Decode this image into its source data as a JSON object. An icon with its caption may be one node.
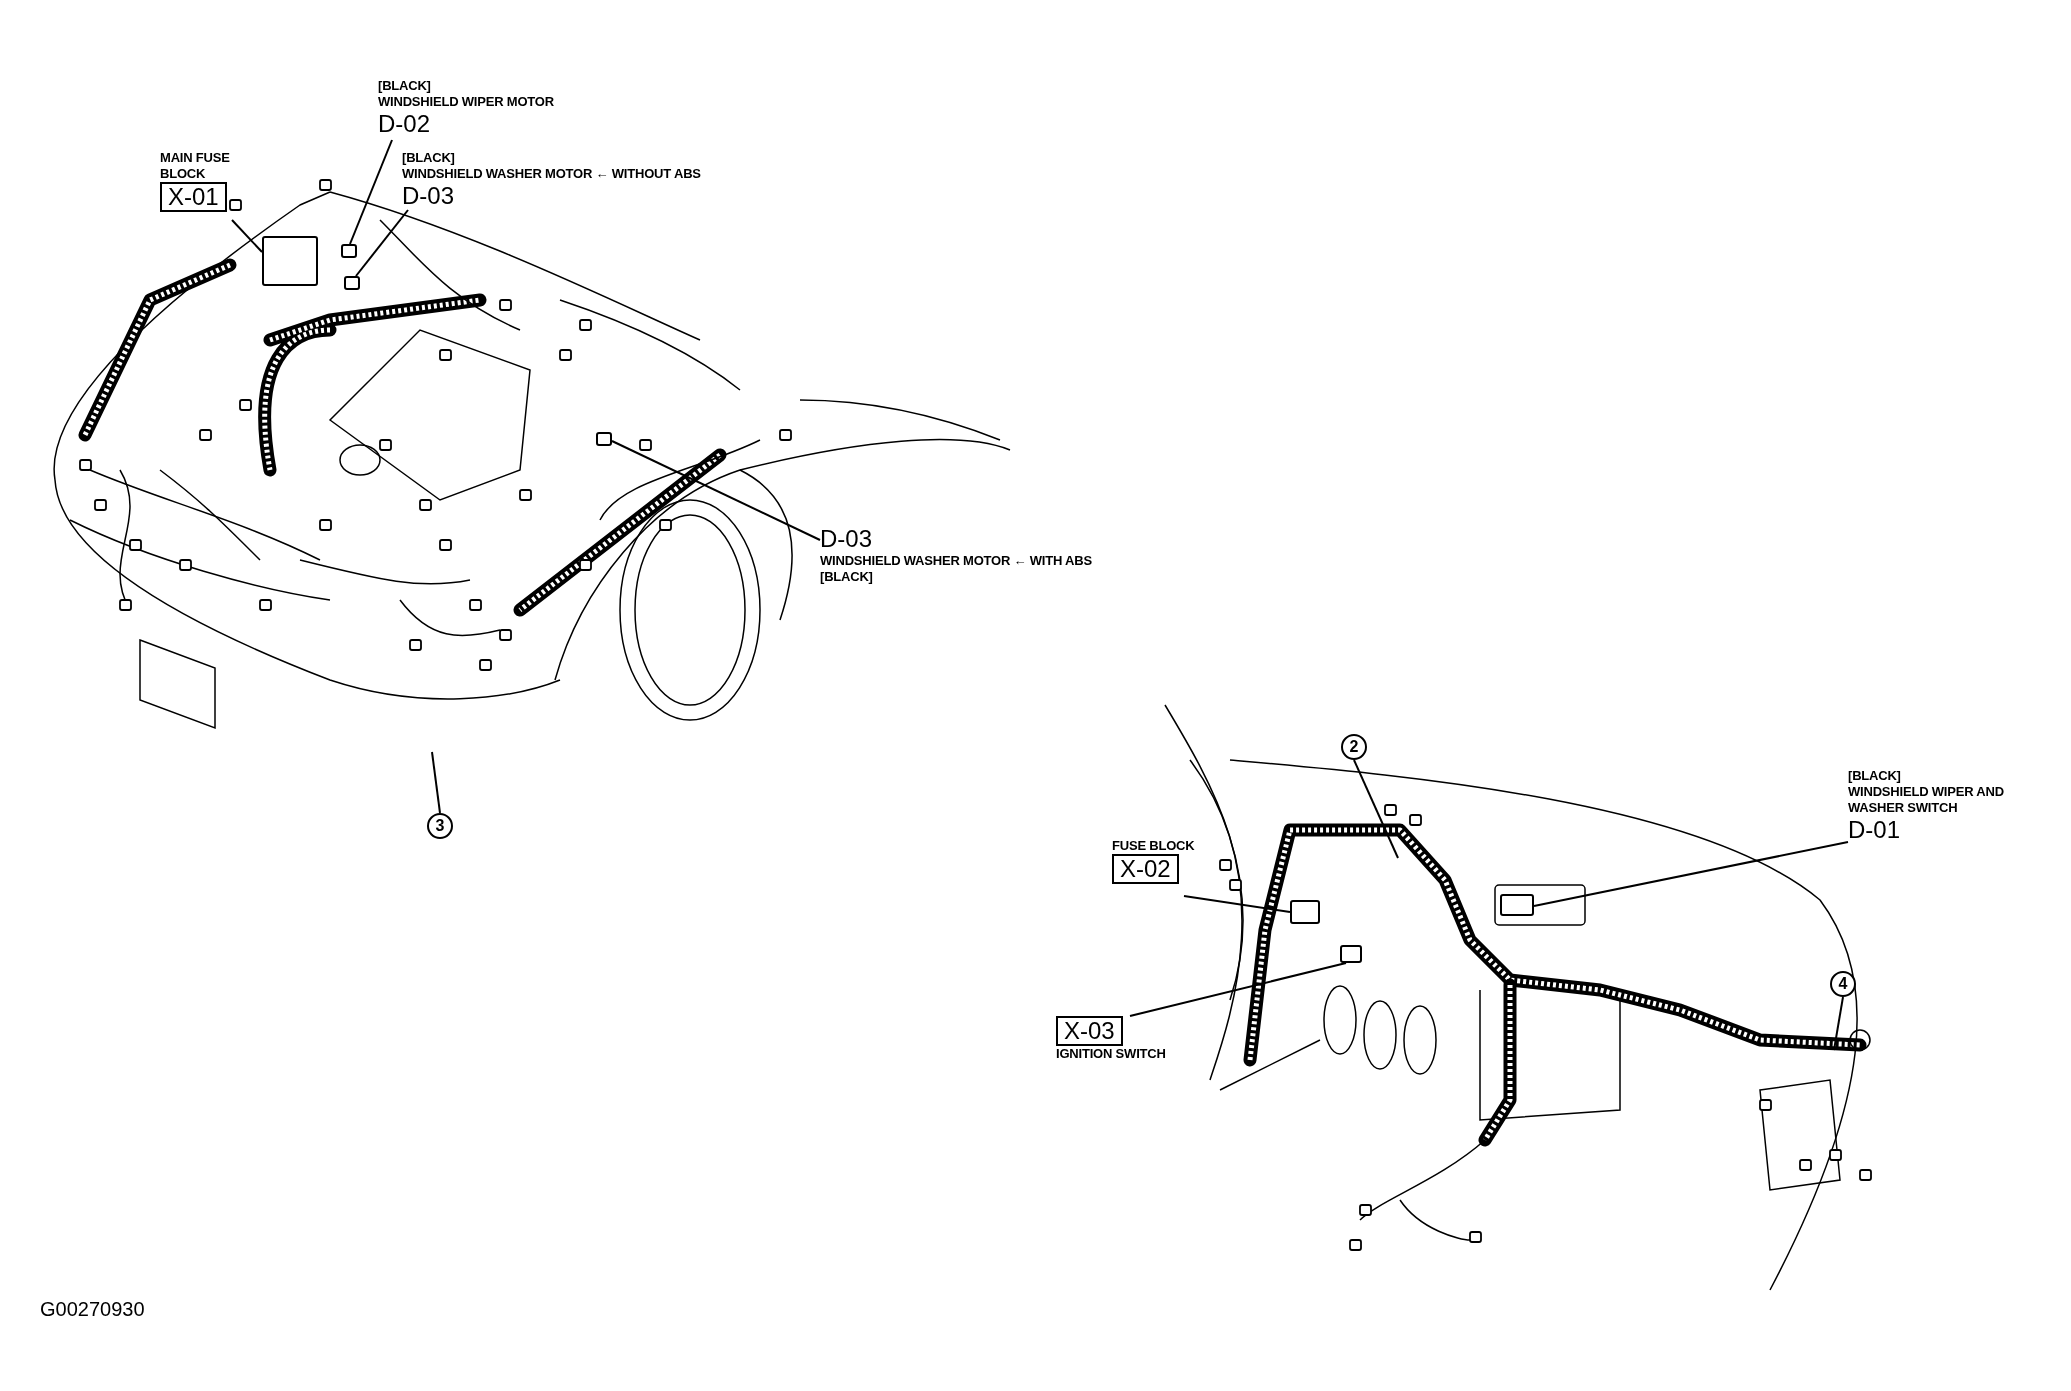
{
  "diagram": {
    "nodes": [
      {
        "text": [
          "[BLACK]",
          "WINDSHIELD WIPER MOTOR",
          "D-02"
        ]
      },
      {
        "text": [],
        "shape": "box"
      },
      {
        "text": [
          "[BLACK]",
          "WINDSHIELD WASHER MOTOR ← WITHOUT ABS",
          "D-03"
        ]
      },
      {
        "text": [],
        "shape": "box"
      },
      {
        "text": [
          "MAIN FUSE BLOCK",
          "X-01"
        ]
      },
      {
        "text": [],
        "shape": "box"
      },
      {
        "text": [
          "D-03",
          "WINDSHIELD WASHER MOTOR ← WITH ABS",
          "[BLACK]"
        ]
      },
      {
        "text": [],
        "shape": "box"
      },
      {
        "text": [
          "3"
        ]
      },
      {
        "text": [
          "2"
        ]
      },
      {
        "text": [
          "FUSE BLOCK",
          "X-02"
        ]
      },
      {
        "text": [],
        "shape": "box"
      },
      {
        "text": [
          "[BLACK]",
          "WINDSHIELD WIPER AND WASHER SWITCH",
          "D-01"
        ]
      },
      {
        "text": [],
        "shape": "box"
      },
      {
        "text": [
          "X-03",
          "IGNITION SWITCH"
        ]
      },
      {
        "text": [],
        "shape": "box"
      },
      {
        "text": [
          "4"
        ]
      }
    ],
    "edges": [
      {
        "from": 0,
        "to": 1,
        "arrow": "none"
      },
      {
        "from": 2,
        "to": 3,
        "arrow": "none"
      },
      {
        "from": 4,
        "to": 5,
        "arrow": "none"
      },
      {
        "from": 6,
        "to": 7,
        "arrow": "none"
      },
      {
        "from": 8,
        "to": null,
        "arrow": "none"
      },
      {
        "from": 9,
        "to": null,
        "arrow": "none"
      },
      {
        "from": 10,
        "to": 11,
        "arrow": "none"
      },
      {
        "from": 12,
        "to": 13,
        "arrow": "none"
      },
      {
        "from": 14,
        "to": 15,
        "arrow": "none"
      },
      {
        "from": 16,
        "to": null,
        "arrow": "none"
      }
    ],
    "labels": [
      "G00270930"
    ]
  }
}
